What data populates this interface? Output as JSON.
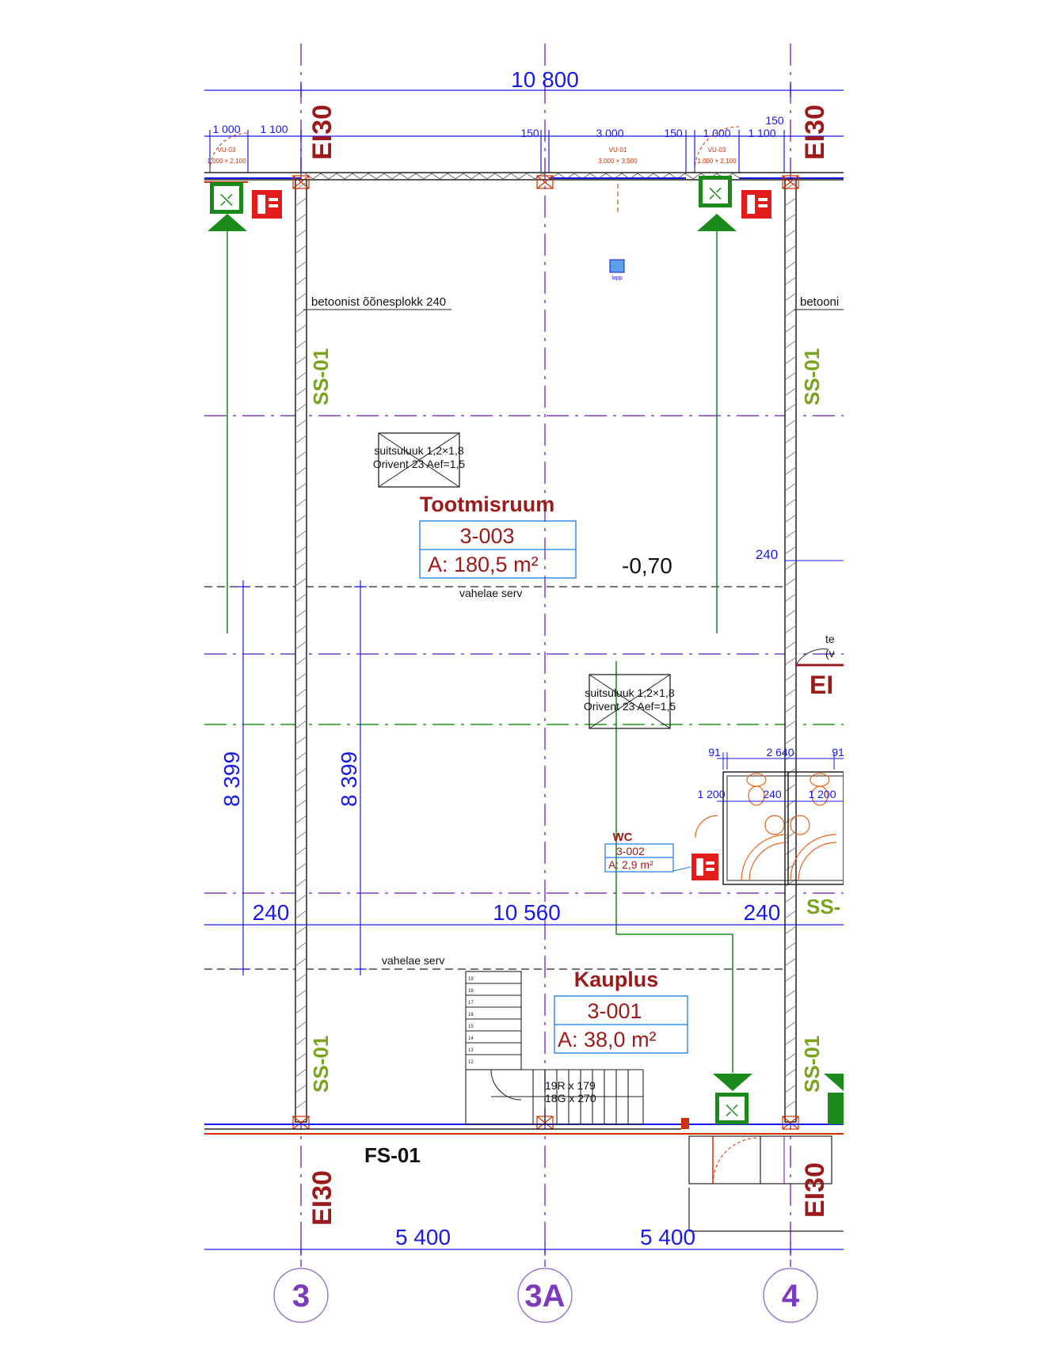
{
  "dimensions": {
    "top_total": "10 800",
    "top_left_1": "1 000",
    "top_left_2": "1 100",
    "top_mid_150a": "150",
    "top_mid_3000": "3 000",
    "top_mid_150b": "150",
    "top_right_1000": "1 000",
    "top_right_1100": "1 100",
    "top_right_150": "150",
    "side_8399_a": "8 399",
    "side_8399_b": "8 399",
    "inner_240_left": "240",
    "inner_10560": "10 560",
    "inner_240_right": "240",
    "right_240": "240",
    "wc_91a": "91",
    "wc_2640": "2 640",
    "wc_91b": "91",
    "wc_1200a": "1 200",
    "wc_240": "240",
    "wc_1200b": "1 200",
    "bottom_5400_a": "5 400",
    "bottom_5400_b": "5 400"
  },
  "doors": {
    "vu03_left": "VU-03",
    "vu03_left_size": "1,000 × 2,100",
    "vu01": "VU-01",
    "vu01_size": "3,000 × 3,500",
    "vu03_right": "VU-03",
    "vu03_right_size": "1,000 × 2,100"
  },
  "labels": {
    "ei30": "EI30",
    "ss01": "SS-01",
    "fs01": "FS-01",
    "wall_note": "betoonist õõnesplokk 240",
    "wall_note_right": "betooni",
    "slab_edge": "vahelae serv",
    "level": "-0,70",
    "smoke_hatch_1_line1": "suitsuluuk 1,2×1,8",
    "smoke_hatch_1_line2": "Orivent 23 Aef=1,5",
    "smoke_hatch_2_line1": "suitsuluuk 1,2×1,8",
    "smoke_hatch_2_line2": "Orivent 23 Aef=1,5",
    "stairs_line1": "19R x 179",
    "stairs_line2": "18G x 270",
    "small_tag": "lapp",
    "right_partial_1": "te",
    "right_partial_2": "(v",
    "ei_partial": "EI",
    "ss_partial": "SS-"
  },
  "rooms": [
    {
      "name": "Tootmisruum",
      "number": "3-003",
      "area": "A: 180,5 m²"
    },
    {
      "name": "WC",
      "number": "3-002",
      "area": "A: 2,9 m²"
    },
    {
      "name": "Kauplus",
      "number": "3-001",
      "area": "A: 38,0 m²"
    }
  ],
  "grid_axes": [
    "3",
    "3A",
    "4"
  ],
  "stair_numbers": [
    "19",
    "18",
    "17",
    "16",
    "15",
    "14",
    "13",
    "12"
  ]
}
